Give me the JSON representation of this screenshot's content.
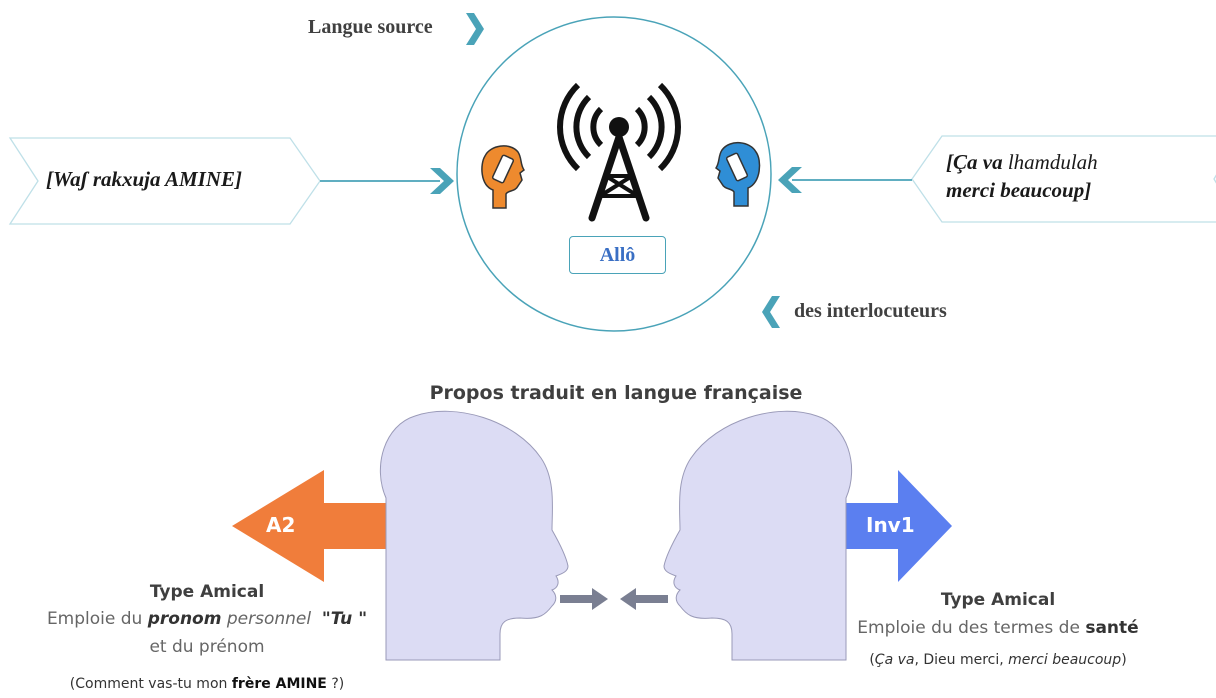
{
  "top": {
    "source_label": "Langue source",
    "interlocutors_label": "des interlocuteurs",
    "left_utterance": "[Waʃ rakxuja AMINE]",
    "right_utterance": {
      "line1_bold": "[Ça va",
      "line1_rest": " lhamdulah",
      "line2": "merci beaucoup]"
    },
    "center_badge": "Allô"
  },
  "bottom": {
    "title": "Propos traduit en langue française",
    "left_arrow_label": "A2",
    "right_arrow_label": "Inv1",
    "left": {
      "type": "Type Amical",
      "desc_part1": "Emploie du ",
      "desc_pronom": "pronom",
      "desc_part2": " personnel",
      "desc_quote_open": "\"",
      "desc_tu": "Tu",
      "desc_quote_close": " \"",
      "desc_line2": "et du prénom",
      "example_open": "(Comment vas-tu mon ",
      "example_bold": "frère AMINE",
      "example_close": " ?)"
    },
    "right": {
      "type": "Type Amical",
      "desc_part1": "Emploie du des termes de ",
      "desc_bold": "santé",
      "example_open": "(",
      "example_it1": "Ça va",
      "example_mid": ", Dieu merci, ",
      "example_it2": "merci beaucoup",
      "example_close": ")"
    }
  },
  "colors": {
    "teal": "#4aa3b8",
    "orange": "#f07d3b",
    "blue": "#5b7ff0",
    "head_fill": "#dcdcf4",
    "grey_arrow": "#7a7f92"
  },
  "icons": [
    "antenna-icon",
    "orange-head-phone-icon",
    "blue-head-phone-icon",
    "chevron-right-icon",
    "chevron-left-icon"
  ]
}
